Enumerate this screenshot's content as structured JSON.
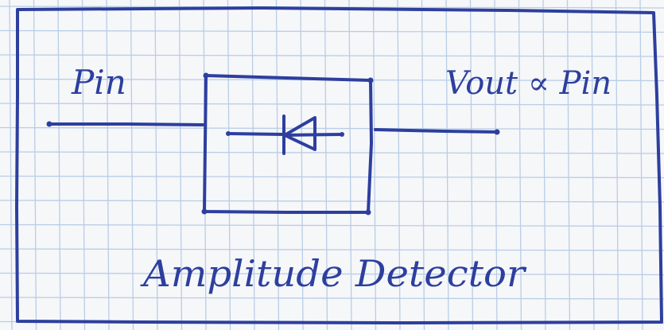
{
  "diagram": {
    "input_label": "Pin",
    "output_label": "Vout ∝ Pin",
    "caption": "Amplitude Detector",
    "block_symbol": "diode-icon"
  },
  "colors": {
    "ink": "#2d3f9e",
    "grid": "#b9cde6",
    "paper": "#f6f7f9"
  }
}
